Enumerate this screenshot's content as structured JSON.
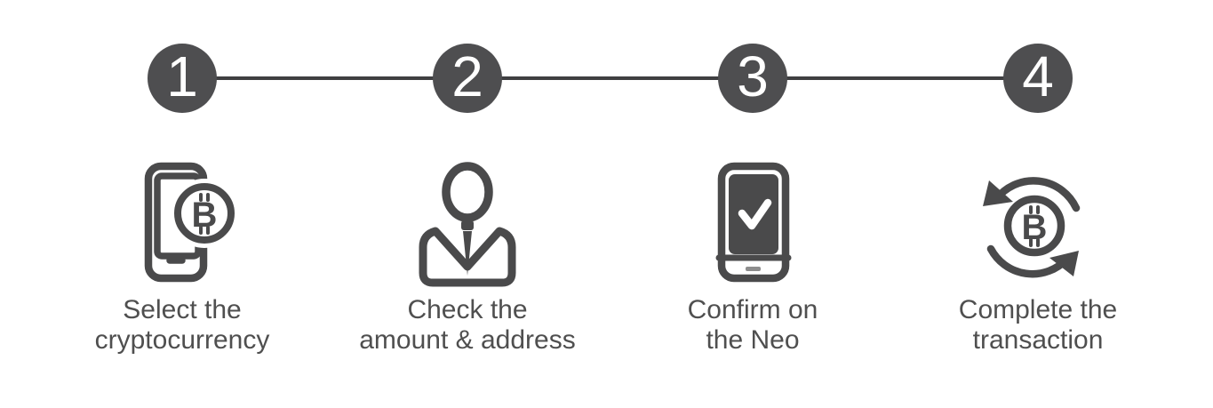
{
  "theme": {
    "background": "#ffffff",
    "circle_fill": "#4e4e50",
    "number_color": "#ffffff",
    "connector_color": "#3f3f41",
    "icon_color": "#4a4a4b",
    "label_color": "#4f4f4f",
    "check_color": "#ffffff",
    "device_mark_color": "#8d8d8d"
  },
  "icons": {
    "bitcoin_letter": "B"
  },
  "steps": [
    {
      "number": "1",
      "icon": "smartphone-bitcoin-icon",
      "label": "Select the\ncryptocurrency"
    },
    {
      "number": "2",
      "icon": "person-icon",
      "label": "Check the\namount & address"
    },
    {
      "number": "3",
      "icon": "neo-device-check-icon",
      "label": "Confirm on\nthe Neo"
    },
    {
      "number": "4",
      "icon": "bitcoin-refresh-icon",
      "label": "Complete the\ntransaction"
    }
  ]
}
